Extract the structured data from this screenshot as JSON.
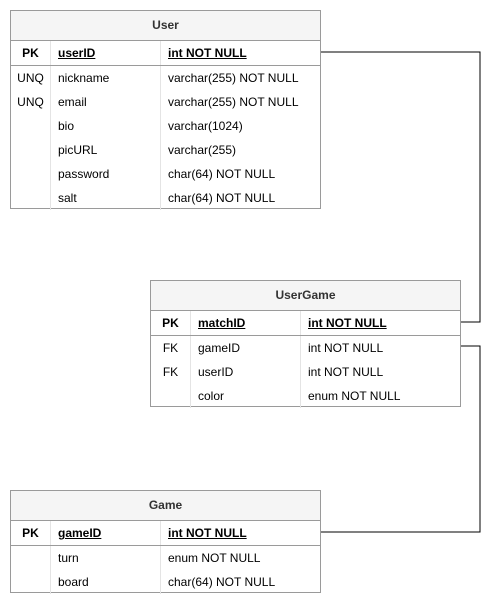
{
  "entities": {
    "user": {
      "title": "User",
      "pk": {
        "key": "PK",
        "name": "userID",
        "type": "int NOT NULL"
      },
      "fields": [
        {
          "key": "UNQ",
          "name": "nickname",
          "type": "varchar(255) NOT NULL"
        },
        {
          "key": "UNQ",
          "name": "email",
          "type": "varchar(255) NOT NULL"
        },
        {
          "key": "",
          "name": "bio",
          "type": "varchar(1024)"
        },
        {
          "key": "",
          "name": "picURL",
          "type": "varchar(255)"
        },
        {
          "key": "",
          "name": "password",
          "type": "char(64) NOT NULL"
        },
        {
          "key": "",
          "name": "salt",
          "type": "char(64) NOT NULL"
        }
      ]
    },
    "usergame": {
      "title": "UserGame",
      "pk": {
        "key": "PK",
        "name": "matchID",
        "type": "int NOT NULL"
      },
      "fields": [
        {
          "key": "FK",
          "name": "gameID",
          "type": "int NOT NULL"
        },
        {
          "key": "FK",
          "name": "userID",
          "type": "int NOT NULL"
        },
        {
          "key": "",
          "name": "color",
          "type": "enum NOT NULL"
        }
      ]
    },
    "game": {
      "title": "Game",
      "pk": {
        "key": "PK",
        "name": "gameID",
        "type": "int NOT NULL"
      },
      "fields": [
        {
          "key": "",
          "name": "turn",
          "type": "enum NOT NULL"
        },
        {
          "key": "",
          "name": "board",
          "type": "char(64) NOT NULL"
        }
      ]
    }
  },
  "colors": {
    "border": "#9a9a9a",
    "header_bg": "#f5f5f5",
    "connector": "#000000"
  }
}
